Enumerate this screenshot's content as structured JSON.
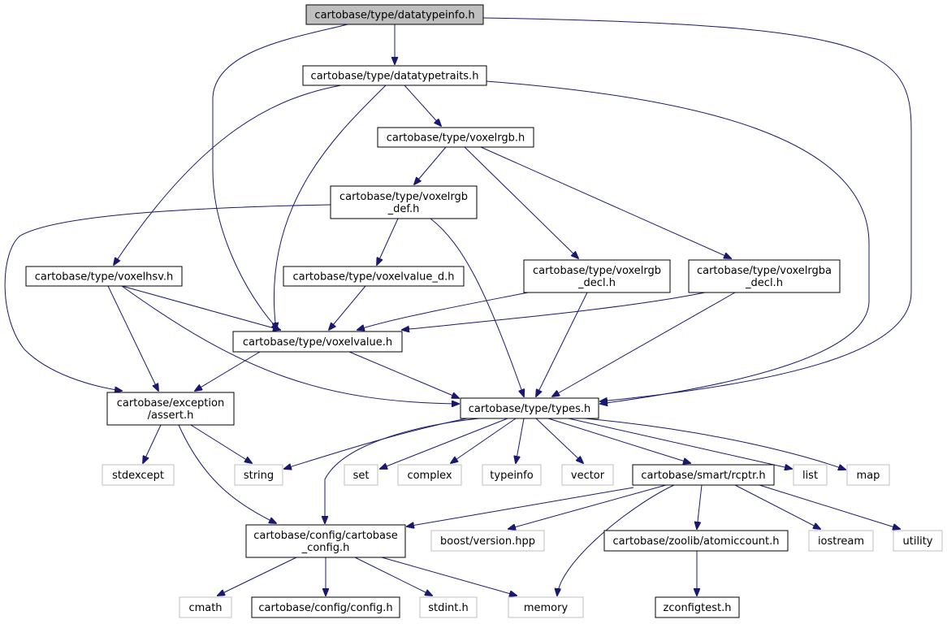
{
  "colors": {
    "edge": "#191970",
    "root_fill": "#bfbfbf",
    "node_border": "#000000",
    "external_border": "#bfbfbf"
  },
  "nodes": [
    {
      "id": "datatypeinfo",
      "kind": "root",
      "lines": [
        "cartobase/type/datatypeinfo.h"
      ]
    },
    {
      "id": "datatypetraits",
      "kind": "file",
      "lines": [
        "cartobase/type/datatypetraits.h"
      ]
    },
    {
      "id": "voxelrgb",
      "kind": "file",
      "lines": [
        "cartobase/type/voxelrgb.h"
      ]
    },
    {
      "id": "voxelrgb_def",
      "kind": "file",
      "lines": [
        "cartobase/type/voxelrgb",
        "_def.h"
      ]
    },
    {
      "id": "voxelhsv",
      "kind": "file",
      "lines": [
        "cartobase/type/voxelhsv.h"
      ]
    },
    {
      "id": "voxelvalue_d",
      "kind": "file",
      "lines": [
        "cartobase/type/voxelvalue_d.h"
      ]
    },
    {
      "id": "voxelrgb_decl",
      "kind": "file",
      "lines": [
        "cartobase/type/voxelrgb",
        "_decl.h"
      ]
    },
    {
      "id": "voxelrgba_decl",
      "kind": "file",
      "lines": [
        "cartobase/type/voxelrgba",
        "_decl.h"
      ]
    },
    {
      "id": "voxelvalue",
      "kind": "file",
      "lines": [
        "cartobase/type/voxelvalue.h"
      ]
    },
    {
      "id": "assert",
      "kind": "file",
      "lines": [
        "cartobase/exception",
        "/assert.h"
      ]
    },
    {
      "id": "types",
      "kind": "file",
      "lines": [
        "cartobase/type/types.h"
      ]
    },
    {
      "id": "stdexcept",
      "kind": "ext",
      "lines": [
        "stdexcept"
      ]
    },
    {
      "id": "string",
      "kind": "ext",
      "lines": [
        "string"
      ]
    },
    {
      "id": "set",
      "kind": "ext",
      "lines": [
        "set"
      ]
    },
    {
      "id": "complex",
      "kind": "ext",
      "lines": [
        "complex"
      ]
    },
    {
      "id": "typeinfo",
      "kind": "ext",
      "lines": [
        "typeinfo"
      ]
    },
    {
      "id": "vector",
      "kind": "ext",
      "lines": [
        "vector"
      ]
    },
    {
      "id": "rcptr",
      "kind": "file",
      "lines": [
        "cartobase/smart/rcptr.h"
      ]
    },
    {
      "id": "list",
      "kind": "ext",
      "lines": [
        "list"
      ]
    },
    {
      "id": "map",
      "kind": "ext",
      "lines": [
        "map"
      ]
    },
    {
      "id": "cartobase_config",
      "kind": "file",
      "lines": [
        "cartobase/config/cartobase",
        "_config.h"
      ]
    },
    {
      "id": "boost_version",
      "kind": "ext",
      "lines": [
        "boost/version.hpp"
      ]
    },
    {
      "id": "atomiccount",
      "kind": "file",
      "lines": [
        "cartobase/zoolib/atomiccount.h"
      ]
    },
    {
      "id": "iostream",
      "kind": "ext",
      "lines": [
        "iostream"
      ]
    },
    {
      "id": "utility",
      "kind": "ext",
      "lines": [
        "utility"
      ]
    },
    {
      "id": "cmath",
      "kind": "ext",
      "lines": [
        "cmath"
      ]
    },
    {
      "id": "config",
      "kind": "file",
      "lines": [
        "cartobase/config/config.h"
      ]
    },
    {
      "id": "stdint",
      "kind": "ext",
      "lines": [
        "stdint.h"
      ]
    },
    {
      "id": "memory",
      "kind": "ext",
      "lines": [
        "memory"
      ]
    },
    {
      "id": "zconfigtest",
      "kind": "file",
      "lines": [
        "zconfigtest.h"
      ]
    }
  ],
  "edges": [
    [
      "datatypeinfo",
      "datatypetraits"
    ],
    [
      "datatypeinfo",
      "voxelvalue"
    ],
    [
      "datatypeinfo",
      "types"
    ],
    [
      "datatypetraits",
      "voxelrgb"
    ],
    [
      "datatypetraits",
      "voxelhsv"
    ],
    [
      "datatypetraits",
      "voxelvalue"
    ],
    [
      "datatypetraits",
      "types"
    ],
    [
      "voxelrgb",
      "voxelrgb_def"
    ],
    [
      "voxelrgb",
      "voxelrgb_decl"
    ],
    [
      "voxelrgb",
      "voxelrgba_decl"
    ],
    [
      "voxelrgb_def",
      "voxelvalue_d"
    ],
    [
      "voxelrgb_def",
      "assert"
    ],
    [
      "voxelrgb_def",
      "types"
    ],
    [
      "voxelvalue_d",
      "voxelvalue"
    ],
    [
      "voxelhsv",
      "voxelvalue"
    ],
    [
      "voxelhsv",
      "assert"
    ],
    [
      "voxelhsv",
      "types"
    ],
    [
      "voxelrgb_decl",
      "voxelvalue"
    ],
    [
      "voxelrgb_decl",
      "types"
    ],
    [
      "voxelrgba_decl",
      "voxelvalue"
    ],
    [
      "voxelrgba_decl",
      "types"
    ],
    [
      "voxelvalue",
      "assert"
    ],
    [
      "voxelvalue",
      "types"
    ],
    [
      "assert",
      "stdexcept"
    ],
    [
      "assert",
      "string"
    ],
    [
      "assert",
      "cartobase_config"
    ],
    [
      "types",
      "string"
    ],
    [
      "types",
      "set"
    ],
    [
      "types",
      "complex"
    ],
    [
      "types",
      "typeinfo"
    ],
    [
      "types",
      "vector"
    ],
    [
      "types",
      "rcptr"
    ],
    [
      "types",
      "list"
    ],
    [
      "types",
      "map"
    ],
    [
      "types",
      "cartobase_config"
    ],
    [
      "rcptr",
      "cartobase_config"
    ],
    [
      "rcptr",
      "boost_version"
    ],
    [
      "rcptr",
      "atomiccount"
    ],
    [
      "rcptr",
      "iostream"
    ],
    [
      "rcptr",
      "utility"
    ],
    [
      "rcptr",
      "memory"
    ],
    [
      "cartobase_config",
      "cmath"
    ],
    [
      "cartobase_config",
      "config"
    ],
    [
      "cartobase_config",
      "stdint"
    ],
    [
      "cartobase_config",
      "memory"
    ],
    [
      "atomiccount",
      "zconfigtest"
    ]
  ]
}
